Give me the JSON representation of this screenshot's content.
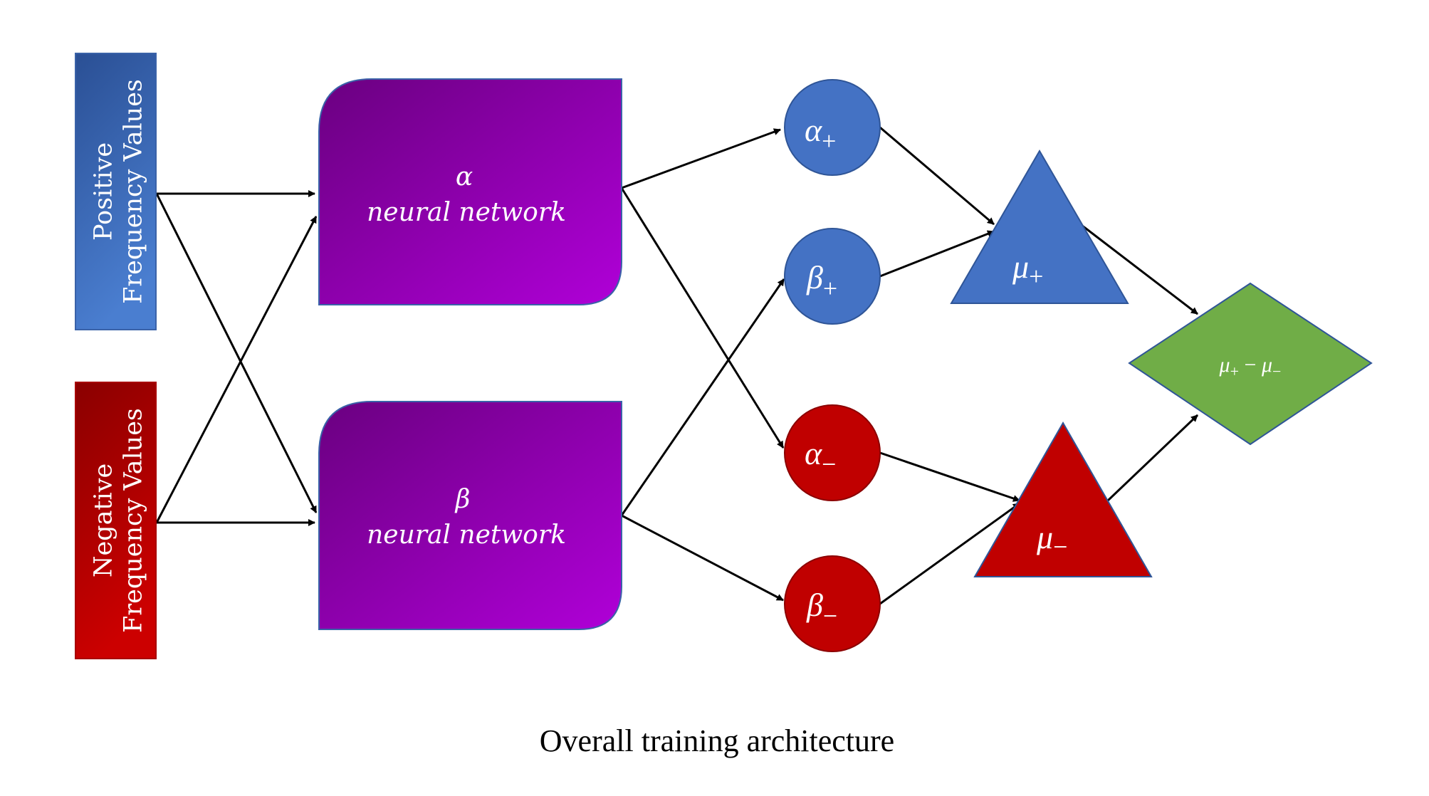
{
  "inputs": {
    "positive": {
      "line1": "Positive",
      "line2": "Frequency Values"
    },
    "negative": {
      "line1": "Negative",
      "line2": "Frequency Values"
    }
  },
  "networks": {
    "alpha": {
      "symbol": "α",
      "label": "neural network"
    },
    "beta": {
      "symbol": "β",
      "label": "neural network"
    }
  },
  "params": {
    "alpha_plus": {
      "base": "α",
      "sub": "+"
    },
    "beta_plus": {
      "base": "β",
      "sub": "+"
    },
    "alpha_minus": {
      "base": "α",
      "sub": "−"
    },
    "beta_minus": {
      "base": "β",
      "sub": "−"
    }
  },
  "means": {
    "mu_plus": {
      "base": "μ",
      "sub": "+"
    },
    "mu_minus": {
      "base": "μ",
      "sub": "−"
    }
  },
  "difference": {
    "left_base": "μ",
    "left_sub": "+",
    "operator": "−",
    "right_base": "μ",
    "right_sub": "−"
  },
  "caption": "Overall training architecture",
  "colors": {
    "positive": "#4472C4",
    "negative": "#C00000",
    "network_dark": "#6a0080",
    "network_light": "#b000d8",
    "difference": "#70AD47",
    "arrow": "#000000"
  }
}
